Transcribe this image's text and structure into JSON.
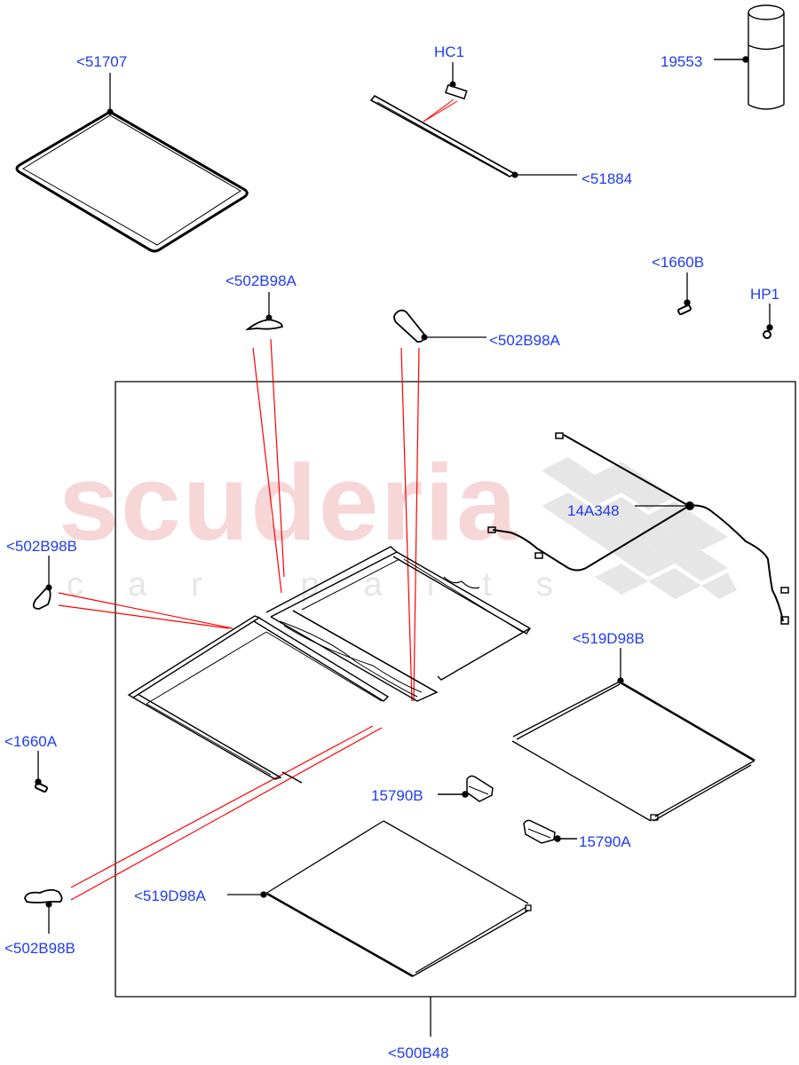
{
  "watermark": {
    "brand": "scuderia",
    "subtitle": "car parts",
    "brand_color": "#f7d6d8",
    "subtitle_color": "#e6e6e6"
  },
  "colors": {
    "label": "#1f3cf0",
    "line": "#000000",
    "reference_line": "#ff0000"
  },
  "callouts": [
    {
      "id": "c1",
      "label": "<51707",
      "part": "glass-seal-frame"
    },
    {
      "id": "c2",
      "label": "HC1",
      "part": "clip"
    },
    {
      "id": "c3",
      "label": "<51884",
      "part": "wind-deflector"
    },
    {
      "id": "c4",
      "label": "19553",
      "part": "grease-canister"
    },
    {
      "id": "c5",
      "label": "<1660B",
      "part": "clip"
    },
    {
      "id": "c6",
      "label": "HP1",
      "part": "grommet"
    },
    {
      "id": "c7",
      "label": "<502B98A",
      "part": "bracket-left"
    },
    {
      "id": "c8",
      "label": "<502B98A",
      "part": "bracket-right"
    },
    {
      "id": "c9",
      "label": "14A348",
      "part": "wiring-harness"
    },
    {
      "id": "c10",
      "label": "<502B98B",
      "part": "bracket-upper"
    },
    {
      "id": "c11",
      "label": "<519D98B",
      "part": "sunblind-rear"
    },
    {
      "id": "c12",
      "label": "<1660A",
      "part": "clip"
    },
    {
      "id": "c13",
      "label": "15790B",
      "part": "motor"
    },
    {
      "id": "c14",
      "label": "15790A",
      "part": "motor"
    },
    {
      "id": "c15",
      "label": "<519D98A",
      "part": "sunblind-front"
    },
    {
      "id": "c16",
      "label": "<502B98B",
      "part": "bracket-lower"
    },
    {
      "id": "c17",
      "label": "<500B48",
      "part": "sunroof-frame-assembly"
    }
  ]
}
